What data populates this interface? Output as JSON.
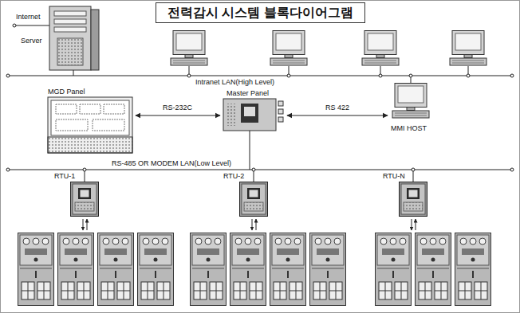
{
  "diagram": {
    "title": "전력감시 시스템 블록다이어그램",
    "nodes": [
      {
        "text": [
          "Server"
        ]
      },
      {
        "text": [
          "MGD Panel"
        ]
      },
      {
        "text": [
          "Master Panel"
        ]
      },
      {
        "text": [
          "MMI HOST"
        ]
      },
      {
        "text": [
          "RTU-1"
        ]
      },
      {
        "text": [
          "RTU-2"
        ]
      },
      {
        "text": [
          "RTU-N"
        ]
      }
    ],
    "edges": [
      {
        "from": 1,
        "to": 2,
        "label": "RS-232C",
        "arrow": "both"
      },
      {
        "from": 2,
        "to": 3,
        "label": "RS 422",
        "arrow": "both"
      }
    ],
    "labels": [
      "Internet",
      "Intranet LAN(High Level)",
      "RS-485 OR MODEM LAN(Low Level)"
    ]
  }
}
